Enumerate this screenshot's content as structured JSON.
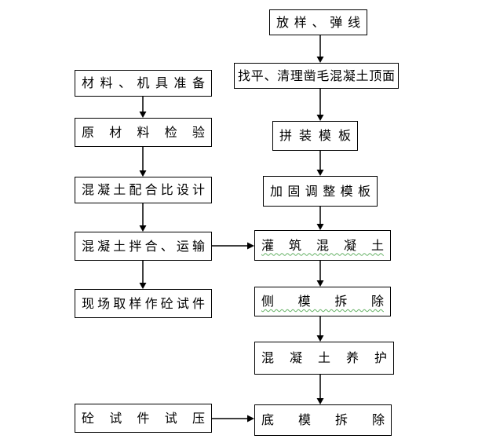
{
  "diagram": {
    "type": "flowchart",
    "colors": {
      "background": "#ffffff",
      "box_border": "#000000",
      "connector": "#000000",
      "grammar_squiggle": "#66b266"
    },
    "nodes": {
      "L1": {
        "label": "材料、机具准备"
      },
      "L2": {
        "label": "原材料检验"
      },
      "L3": {
        "label": "混凝土配合比设计"
      },
      "L4": {
        "label": "混凝土拌合、运输"
      },
      "L5": {
        "label": "现场取样作砼试件"
      },
      "L6": {
        "label": "砼试件试压"
      },
      "R1": {
        "label": "放样、弹线"
      },
      "R2": {
        "label": "找平、清理凿毛混凝土顶面"
      },
      "R3": {
        "label": "拼装模板"
      },
      "R4": {
        "label": "加固调整模板"
      },
      "R5": {
        "label": "灌筑混凝土",
        "grammar_squiggle": true
      },
      "R6": {
        "label": "侧模拆除",
        "grammar_squiggle": true
      },
      "R7": {
        "label": "混凝土养护"
      },
      "R8": {
        "label": "底模拆除"
      }
    },
    "edges": [
      {
        "from": "材料、机具准备",
        "to": "原材料检验",
        "direction": "down"
      },
      {
        "from": "原材料检验",
        "to": "混凝土配合比设计",
        "direction": "down"
      },
      {
        "from": "混凝土配合比设计",
        "to": "混凝土拌合、运输",
        "direction": "down"
      },
      {
        "from": "混凝土拌合、运输",
        "to": "现场取样作砼试件",
        "direction": "down"
      },
      {
        "from": "混凝土拌合、运输",
        "to": "灌筑混凝土",
        "direction": "right"
      },
      {
        "from": "砼试件试压",
        "to": "底模拆除",
        "direction": "right"
      },
      {
        "from": "放样、弹线",
        "to": "找平、清理凿毛混凝土顶面",
        "direction": "down"
      },
      {
        "from": "找平、清理凿毛混凝土顶面",
        "to": "拼装模板",
        "direction": "down"
      },
      {
        "from": "拼装模板",
        "to": "加固调整模板",
        "direction": "down"
      },
      {
        "from": "加固调整模板",
        "to": "灌筑混凝土",
        "direction": "down"
      },
      {
        "from": "灌筑混凝土",
        "to": "侧模拆除",
        "direction": "down"
      },
      {
        "from": "侧模拆除",
        "to": "混凝土养护",
        "direction": "down"
      },
      {
        "from": "混凝土养护",
        "to": "底模拆除",
        "direction": "down"
      }
    ]
  }
}
